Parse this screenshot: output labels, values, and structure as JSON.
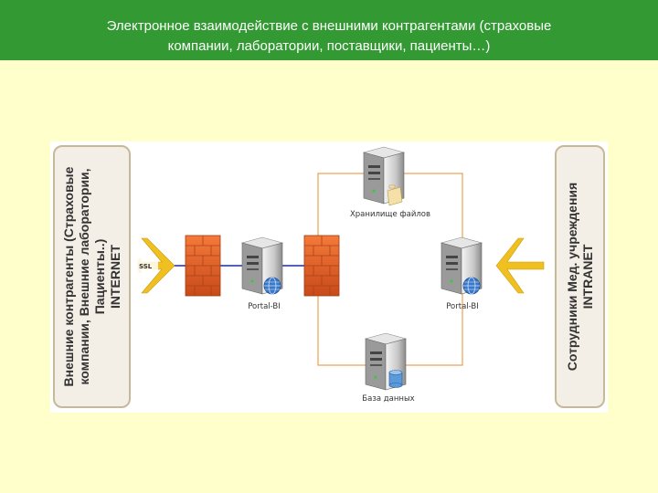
{
  "header": {
    "title_line1": "Электронное  взаимодействие с внешними контрагентами (страховые",
    "title_line2": "компании, лаборатории, поставщики, пациенты…)"
  },
  "left_panel": {
    "line1": "Внешние контрагенты (Страховые",
    "line2": "компании, Внешние лаборатории,",
    "line3": "Пациенты..)",
    "line4": "INTERNET"
  },
  "right_panel": {
    "line1": "Сотрудники Мед. учреждения",
    "line2": "INTRANET"
  },
  "nodes": {
    "file_storage": "Хранилище файлов",
    "portal_left": "Portal-BI",
    "portal_right": "Portal-BI",
    "database": "База данных",
    "ssl": "SSL"
  },
  "colors": {
    "header_bg": "#339933",
    "background": "#ffffcc",
    "connector": "#e8a050",
    "link": "#1a2ea0",
    "arrow": "#f0c020",
    "firewall": "#e8602a"
  }
}
